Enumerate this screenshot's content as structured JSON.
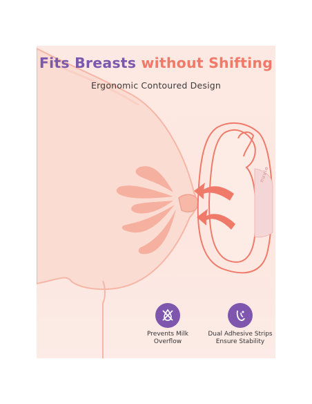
{
  "headline": {
    "part1": "Fits Breasts",
    "part2": "without Shifting"
  },
  "subtitle": "Ergonomic Contoured Design",
  "strip_text": "nuvie",
  "features": [
    {
      "icon": "no-leak-icon",
      "line1": "Prevents Milk",
      "line2": "Overflow"
    },
    {
      "icon": "adhesive-strip-icon",
      "line1": "Dual Adhesive Strips",
      "line2": "Ensure Stability"
    }
  ],
  "colors": {
    "title_purple": "#7a58ad",
    "title_coral": "#ef7a69",
    "outline_coral": "#f07a6a",
    "icon_purple": "#7e56ad",
    "skin": "#fbdcd2",
    "background": "#fde9e3"
  }
}
